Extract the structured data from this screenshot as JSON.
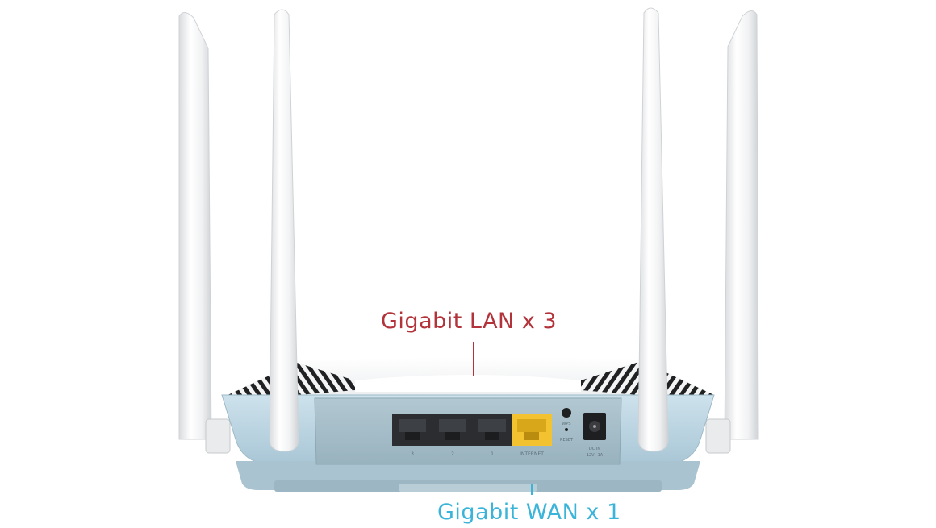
{
  "callouts": {
    "lan": {
      "text": "Gigabit LAN x 3",
      "color": "#b3333b"
    },
    "wan": {
      "text": "Gigabit WAN x 1",
      "color": "#3ab4d8"
    }
  },
  "panel": {
    "lan_port_numbers": [
      "3",
      "2",
      "1"
    ],
    "internet_label": "INTERNET",
    "wps_label": "WPS",
    "reset_label": "RESET",
    "dc_in_label": "DC IN",
    "dc_rating_label": "12V⎓1A"
  },
  "colors": {
    "body": "#bcd6e4",
    "panel": "#a7bfca",
    "lan_port": "#2b2d30",
    "wan_port": "#f2c230",
    "antenna": "#f2f3f4"
  },
  "icons": [
    "router-image",
    "antenna",
    "ethernet-port",
    "power-jack",
    "wps-button"
  ]
}
